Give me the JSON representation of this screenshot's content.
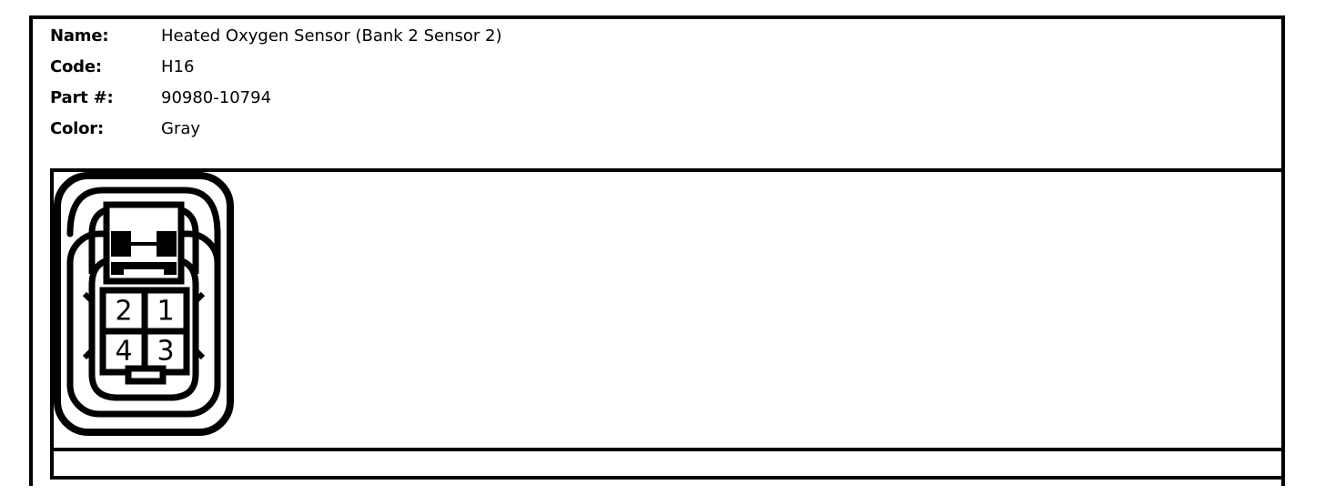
{
  "part_info": {
    "rows": [
      {
        "label": "Name:",
        "value": "Heated Oxygen Sensor (Bank 2 Sensor 2)"
      },
      {
        "label": "Code:",
        "value": "H16"
      },
      {
        "label": "Part #:",
        "value": "90980-10794"
      },
      {
        "label": "Color:",
        "value": "Gray"
      }
    ]
  },
  "connector": {
    "type": "4-way-female-connector",
    "pin_count": 4,
    "pin_grid": {
      "rows": 2,
      "columns": 2,
      "cells": [
        {
          "row": 1,
          "column": 1,
          "number": "2"
        },
        {
          "row": 1,
          "column": 2,
          "number": "1"
        },
        {
          "row": 2,
          "column": 1,
          "number": "4"
        },
        {
          "row": 2,
          "column": 2,
          "number": "3"
        }
      ]
    },
    "features": [
      "latch-tab-top",
      "keying-tab-bottom",
      "rounded-shell"
    ]
  },
  "colors": {
    "line": "#000000",
    "background": "#ffffff"
  }
}
